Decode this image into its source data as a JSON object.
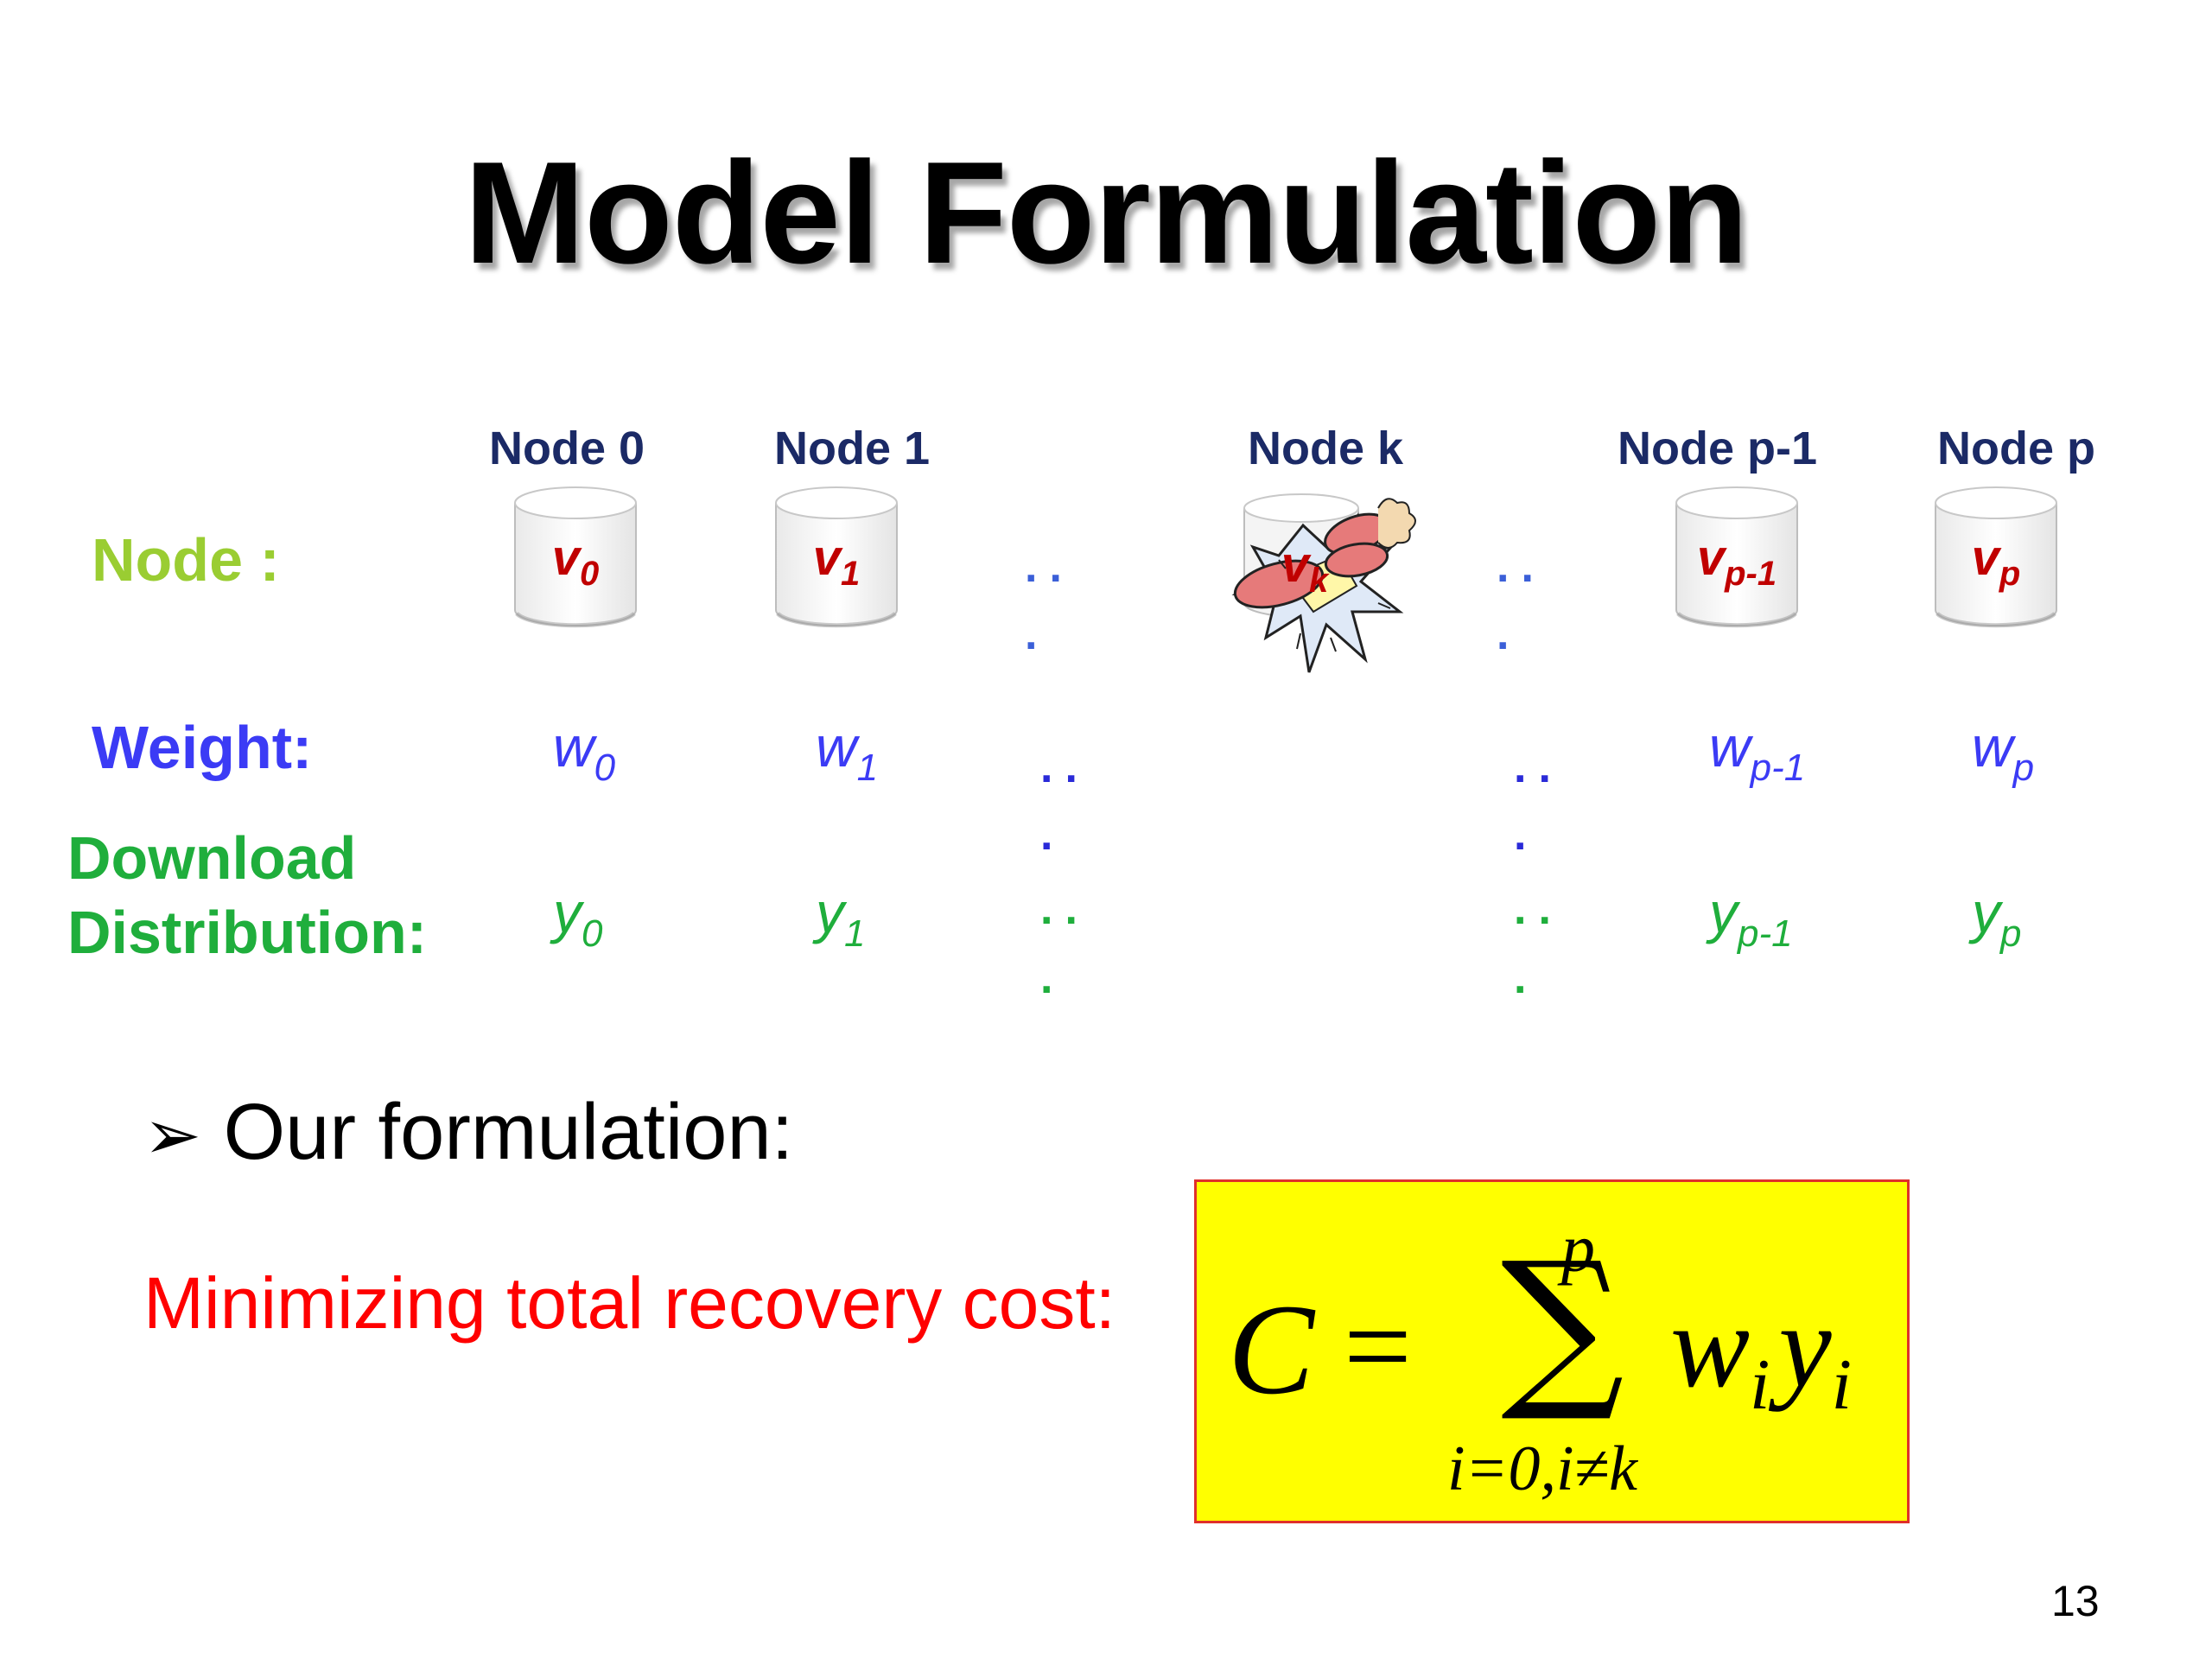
{
  "title": "Model Formulation",
  "nodes": {
    "headers": [
      "Node 0",
      "Node 1",
      "Node k",
      "Node p-1",
      "Node p"
    ],
    "values": [
      {
        "v": "v",
        "sub": "0"
      },
      {
        "v": "v",
        "sub": "1"
      },
      {
        "v": "v",
        "sub": "k"
      },
      {
        "v": "v",
        "sub": "p-1"
      },
      {
        "v": "v",
        "sub": "p"
      }
    ]
  },
  "row_labels": {
    "node": "Node :",
    "weight": "Weight:",
    "download_line1": "Download",
    "download_line2": "Distribution:"
  },
  "weights": [
    {
      "v": "w",
      "sub": "0"
    },
    {
      "v": "w",
      "sub": "1"
    },
    {
      "v": "w",
      "sub": "p-1"
    },
    {
      "v": "w",
      "sub": "p"
    }
  ],
  "distributions": [
    {
      "v": "y",
      "sub": "0"
    },
    {
      "v": "y",
      "sub": "1"
    },
    {
      "v": "y",
      "sub": "p-1"
    },
    {
      "v": "y",
      "sub": "p"
    }
  ],
  "ellipsis": "..",
  "ellipsis_tail": ".",
  "bullet_glyph": "➢",
  "bullet_text": "Our formulation:",
  "objective_label": "Minimizing total recovery cost:",
  "formula": {
    "lhs": "C",
    "equals": "=",
    "sum": "∑",
    "upper": "p",
    "lower": "i=0,i≠k",
    "term_w": "w",
    "term_wi": "i",
    "term_y": "y",
    "term_yi": "i"
  },
  "page_number": "13",
  "colors": {
    "header": "#1b2a66",
    "node_label": "#9acd32",
    "weight_label": "#3b3bf5",
    "download_label": "#1fae3c",
    "node_symbol": "#c00000",
    "objective": "#ff0000",
    "formula_bg": "#ffff00"
  }
}
